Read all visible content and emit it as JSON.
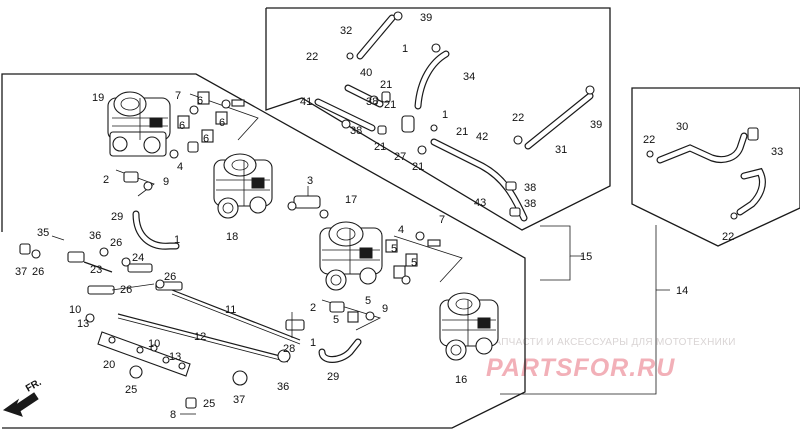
{
  "diagram": {
    "front_label": "FR.",
    "watermark": {
      "caption": "ЗАПЧАСТИ И АКСЕССУАРЫ ДЛЯ МОТОТЕХНИКИ",
      "brand": "PARTSFOR.RU"
    },
    "callouts": {
      "c1_a": "1",
      "c1_b": "1",
      "c1_c": "1",
      "c1_d": "1",
      "c2_a": "2",
      "c2_b": "2",
      "c3": "3",
      "c4_a": "4",
      "c4_b": "4",
      "c5_a": "5",
      "c5_b": "5",
      "c5_c": "5",
      "c5_d": "5",
      "c6_a": "6",
      "c6_b": "6",
      "c6_c": "6",
      "c6_d": "6",
      "c7_a": "7",
      "c7_b": "7",
      "c8": "8",
      "c9_a": "9",
      "c9_b": "9",
      "c10_a": "10",
      "c10_b": "10",
      "c11": "11",
      "c12": "12",
      "c13_a": "13",
      "c13_b": "13",
      "c14": "14",
      "c15": "15",
      "c16": "16",
      "c17": "17",
      "c18": "18",
      "c19": "19",
      "c20": "20",
      "c21_a": "21",
      "c21_b": "21",
      "c21_c": "21",
      "c21_d": "21",
      "c22_a": "22",
      "c22_b": "22",
      "c22_c": "22",
      "c22_d": "22",
      "c23": "23",
      "c24": "24",
      "c25_a": "25",
      "c25_b": "25",
      "c26_a": "26",
      "c26_b": "26",
      "c26_c": "26",
      "c27": "27",
      "c28": "28",
      "c29_a": "29",
      "c29_b": "29",
      "c30": "30",
      "c31": "31",
      "c32": "32",
      "c33": "33",
      "c34": "34",
      "c35": "35",
      "c36_a": "36",
      "c36_b": "36",
      "c37_a": "37",
      "c37_b": "37",
      "c38_a": "38",
      "c38_b": "38",
      "c38_c": "38",
      "c38_d": "38",
      "c39_a": "39",
      "c39_b": "39",
      "c40": "40",
      "c41": "41",
      "c42": "42",
      "c43": "43"
    }
  }
}
